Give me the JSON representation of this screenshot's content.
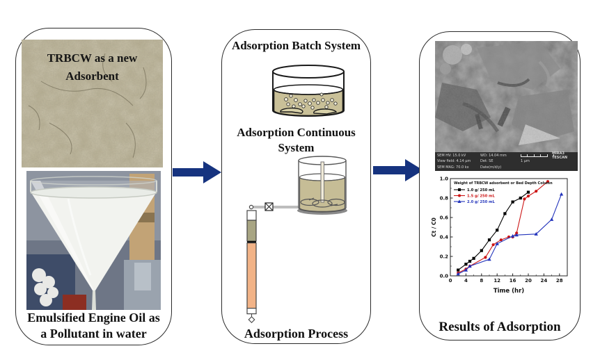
{
  "panels": {
    "left": {
      "overlay_line1": "TRBCW  as a new",
      "overlay_line2": "Adsorbent",
      "caption_line1": "Emulsified Engine Oil as",
      "caption_line2": "a Pollutant in water"
    },
    "middle": {
      "batch_title": "Adsorption Batch System",
      "continuous_line1": "Adsorption Continuous",
      "continuous_line2": "System",
      "process_caption": "Adsorption Process"
    },
    "right": {
      "caption": "Results of Adsorption",
      "sem": {
        "rows": [
          [
            "SEM HV: 15.0 kV",
            "WD: 14.04 mm",
            "MIRA3 TESCAN"
          ],
          [
            "View field: 4.14 µm",
            "Det: SE",
            "1 µm"
          ],
          [
            "SEM MAG: 70.0 kx",
            "Date(m/d/y)",
            ""
          ]
        ]
      }
    }
  },
  "colors": {
    "arrow": "#16337f",
    "batch_liquid": "#c9c098",
    "tank_liquid": "#c6bd96",
    "column_top": "#a8a583",
    "column_bottom": "#f2b387"
  },
  "chart_data": {
    "type": "line",
    "title": "",
    "legend_title": "Weight of TRBCW adsorbent or Bed Depth Column",
    "legend_position": "top-left",
    "xlabel": "Time (hr)",
    "ylabel": "Ct / C0",
    "xlim": [
      0,
      30
    ],
    "ylim": [
      0,
      1.0
    ],
    "xticks": [
      0,
      4,
      8,
      12,
      16,
      20,
      24,
      28
    ],
    "yticks": [
      0.0,
      0.2,
      0.4,
      0.6,
      0.8,
      1.0
    ],
    "x_minor_step": 2,
    "y_minor_step": 0.1,
    "grid": false,
    "series": [
      {
        "name": "1.0 g/ 250 mL",
        "color": "#000000",
        "marker": "square",
        "points": [
          [
            2,
            0.06
          ],
          [
            4,
            0.12
          ],
          [
            5,
            0.15
          ],
          [
            6,
            0.18
          ],
          [
            8,
            0.26
          ],
          [
            10,
            0.37
          ],
          [
            12,
            0.47
          ],
          [
            14,
            0.64
          ],
          [
            16,
            0.76
          ],
          [
            18,
            0.8
          ],
          [
            20,
            0.86
          ]
        ]
      },
      {
        "name": "1.5 g/ 250 mL",
        "color": "#cc1414",
        "marker": "circle",
        "points": [
          [
            2,
            0.03
          ],
          [
            4,
            0.07
          ],
          [
            5,
            0.1
          ],
          [
            9,
            0.19
          ],
          [
            11,
            0.32
          ],
          [
            13,
            0.37
          ],
          [
            15,
            0.4
          ],
          [
            16,
            0.4
          ],
          [
            17,
            0.44
          ],
          [
            19,
            0.79
          ],
          [
            20,
            0.82
          ],
          [
            22,
            0.87
          ],
          [
            25,
            0.97
          ]
        ]
      },
      {
        "name": "2.0 g/ 250 mL",
        "color": "#2233bb",
        "marker": "triangle",
        "points": [
          [
            2,
            0.02
          ],
          [
            4,
            0.06
          ],
          [
            5,
            0.1
          ],
          [
            10,
            0.17
          ],
          [
            12,
            0.33
          ],
          [
            16,
            0.41
          ],
          [
            17,
            0.42
          ],
          [
            22,
            0.43
          ],
          [
            26,
            0.58
          ],
          [
            28.5,
            0.84
          ]
        ]
      }
    ]
  }
}
